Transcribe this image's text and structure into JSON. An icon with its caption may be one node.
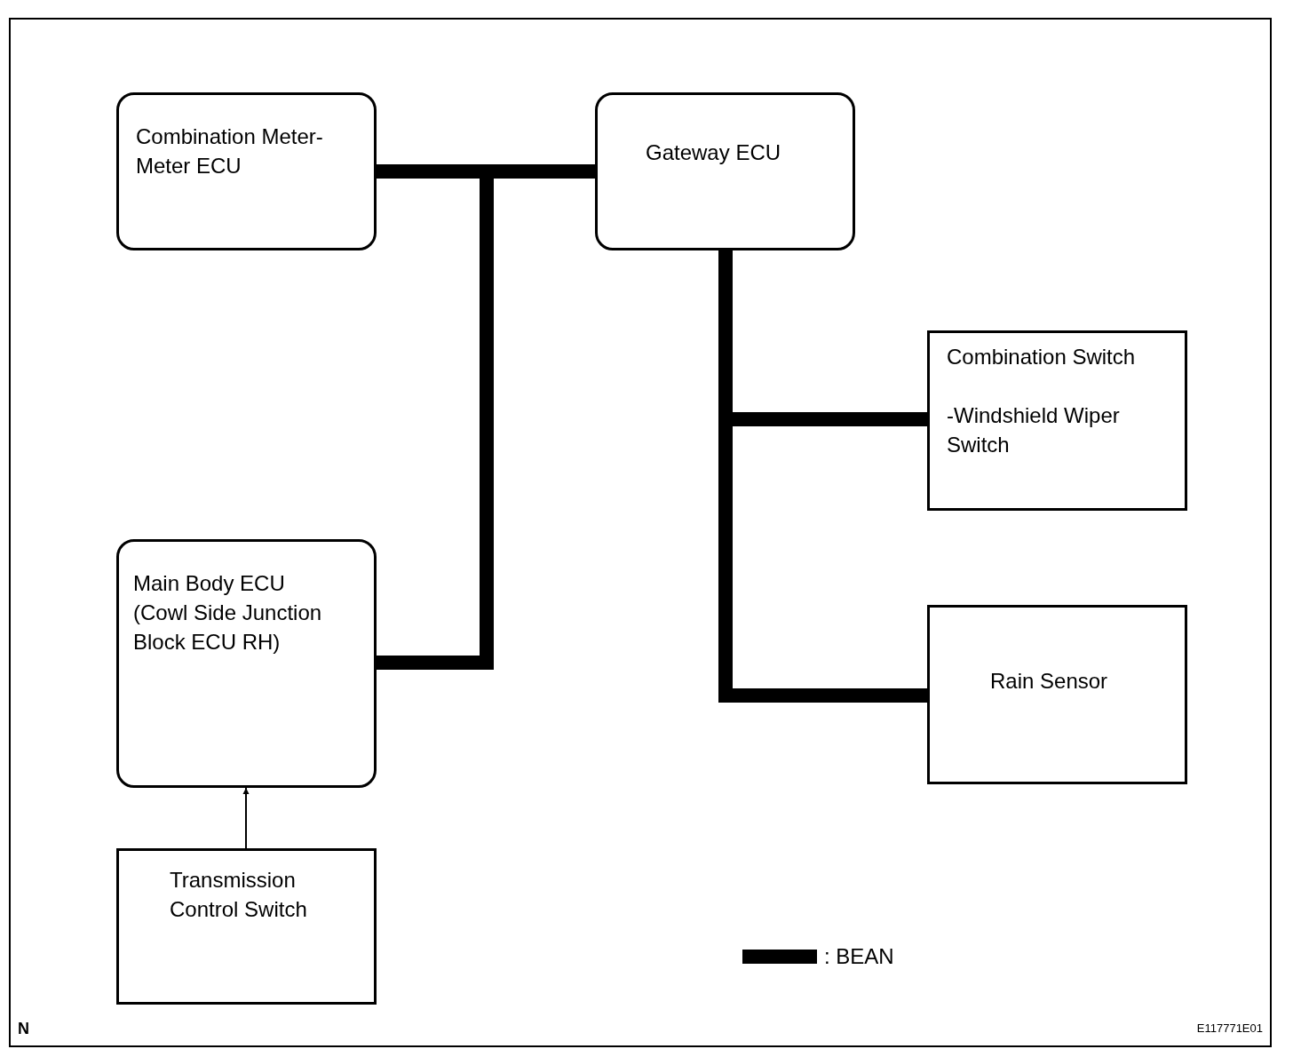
{
  "diagram": {
    "nodes": [
      {
        "text": [
          "Combination Meter- Meter ECU"
        ]
      },
      {
        "text": [
          "Gateway ECU"
        ]
      },
      {
        "text": [
          "Combination Switch",
          "-Windshield Wiper Switch"
        ]
      },
      {
        "text": [
          "Main Body ECU (Cowl Side Junction Block ECU RH)"
        ]
      },
      {
        "text": [
          "Rain Sensor"
        ]
      },
      {
        "text": [
          "Transmission Control Switch"
        ]
      }
    ],
    "edges": [
      {
        "from": 0,
        "to": 1,
        "arrow": "none"
      },
      {
        "from": 3,
        "to": 1,
        "arrow": "none"
      },
      {
        "from": 1,
        "to": 2,
        "arrow": "none"
      },
      {
        "from": 1,
        "to": 4,
        "arrow": "none"
      },
      {
        "from": 5,
        "to": 3,
        "arrow": "to"
      }
    ],
    "labels": [
      "N",
      "E117771E01"
    ],
    "legend": [
      {
        "text": ": BEAN"
      }
    ]
  }
}
